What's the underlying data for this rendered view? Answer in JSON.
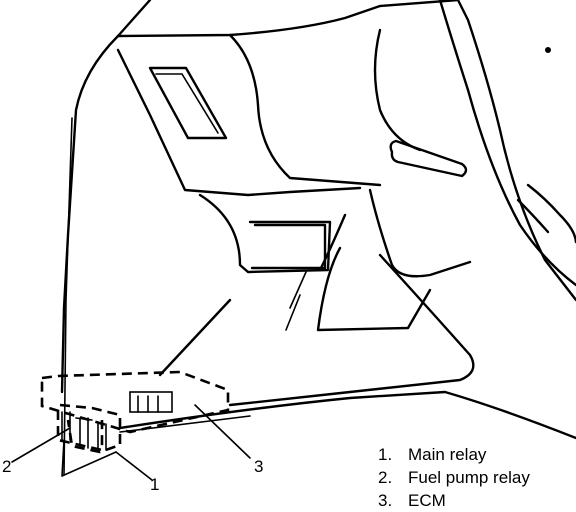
{
  "callouts": {
    "one": "1",
    "two": "2",
    "three": "3"
  },
  "legend": [
    {
      "number": "1.",
      "label": "Main relay"
    },
    {
      "number": "2.",
      "label": "Fuel pump relay"
    },
    {
      "number": "3.",
      "label": "ECM"
    }
  ]
}
